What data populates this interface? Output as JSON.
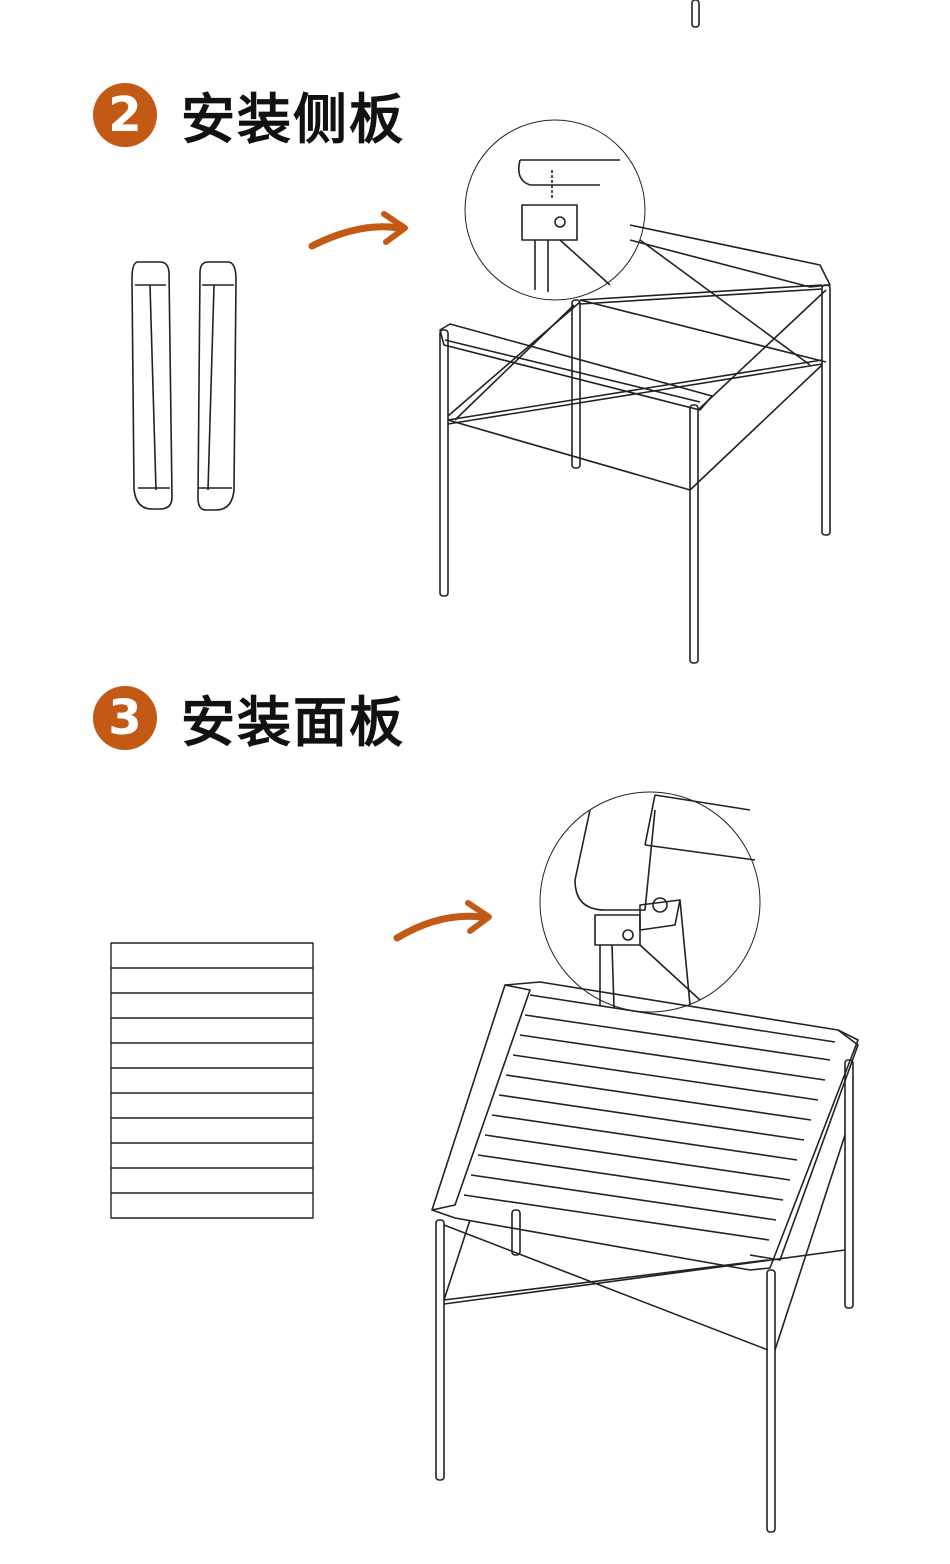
{
  "accent_color": "#c25a16",
  "steps": [
    {
      "number": "2",
      "title": "安装侧板"
    },
    {
      "number": "3",
      "title": "安装面板"
    }
  ]
}
